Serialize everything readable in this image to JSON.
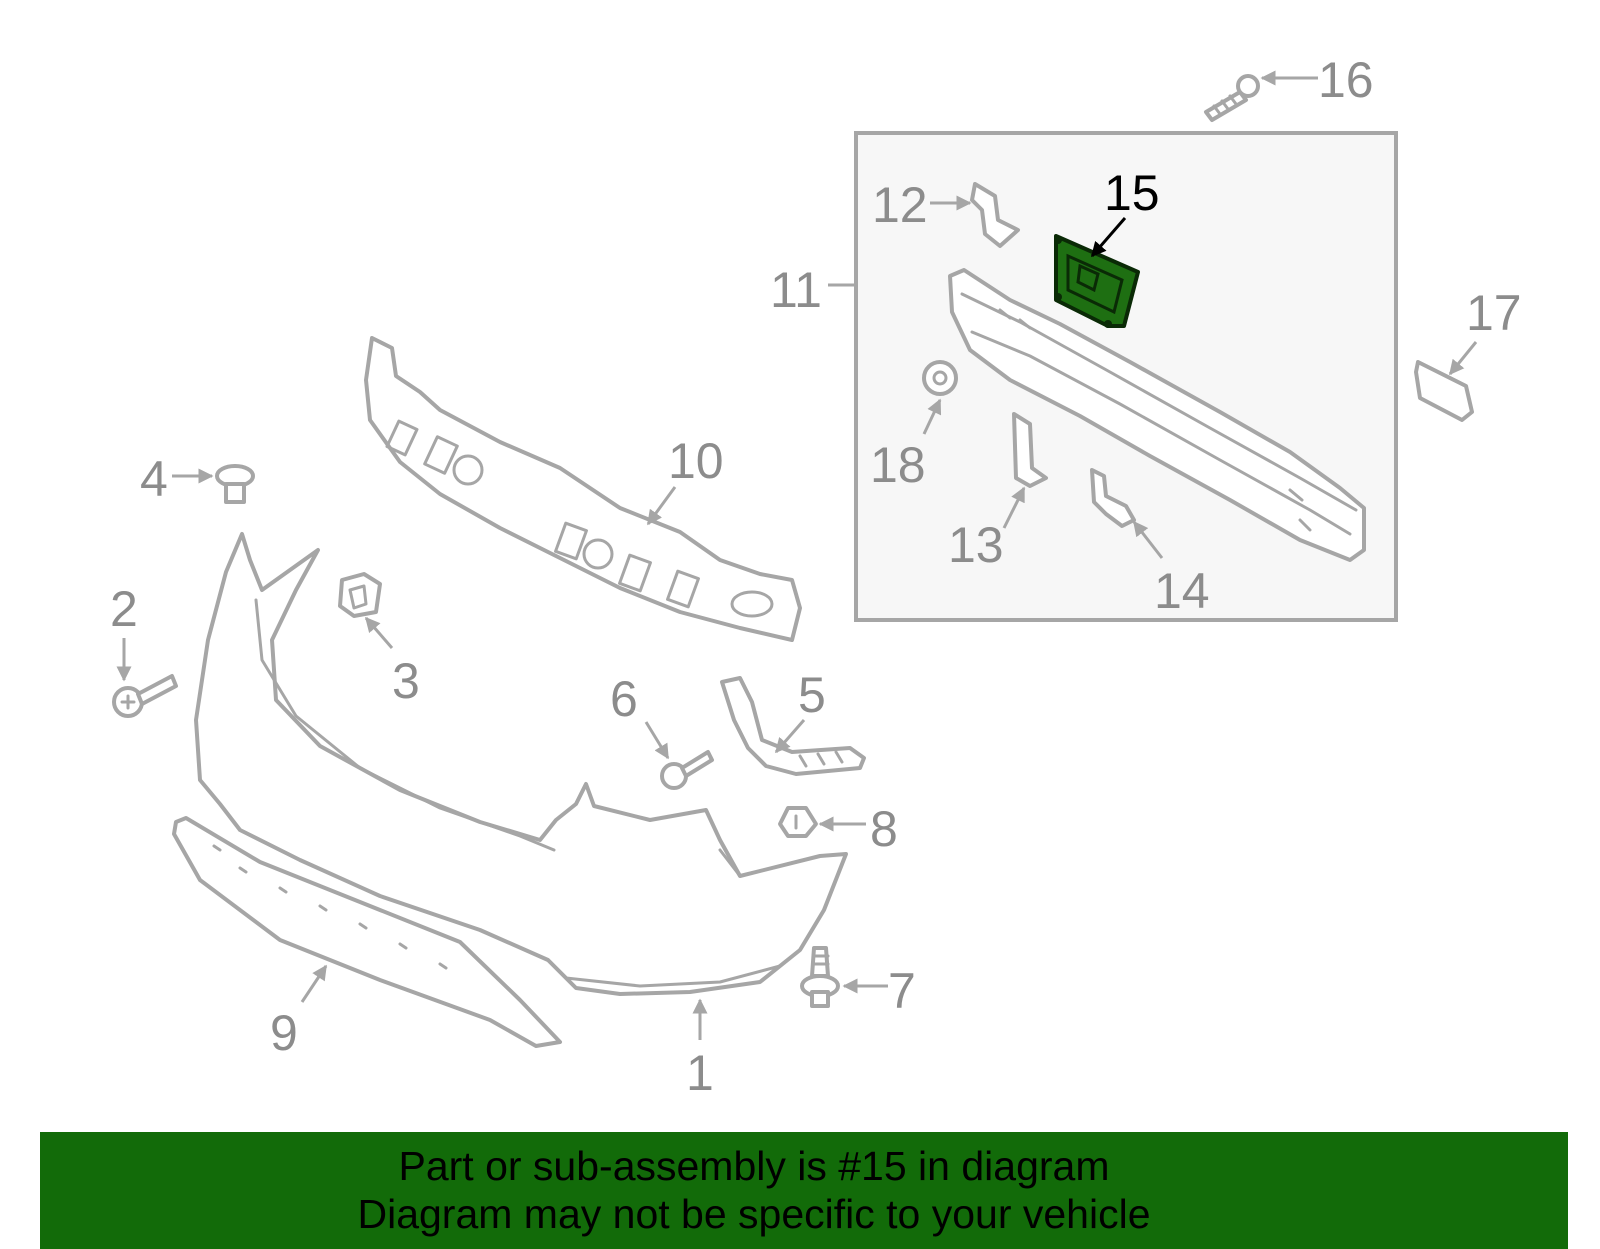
{
  "highlight_color": "#126b09",
  "callouts": {
    "c1": "1",
    "c2": "2",
    "c3": "3",
    "c4": "4",
    "c5": "5",
    "c6": "6",
    "c7": "7",
    "c8": "8",
    "c9": "9",
    "c10": "10",
    "c11": "11",
    "c12": "12",
    "c13": "13",
    "c14": "14",
    "c15": "15",
    "c16": "16",
    "c17": "17",
    "c18": "18"
  },
  "highlighted_part": "15",
  "banner": {
    "line1": "Part or sub-assembly is #15 in diagram",
    "line2": "Diagram may not be specific to your vehicle"
  }
}
